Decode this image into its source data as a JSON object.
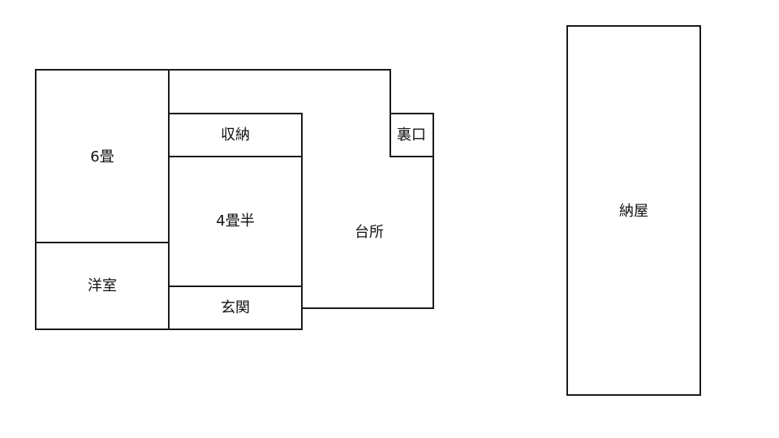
{
  "rooms": {
    "rokujo": "6畳",
    "shuno": "収納",
    "yojohan": "4畳半",
    "yoshitsu": "洋室",
    "genkan": "玄関",
    "daidokoro": "台所",
    "uraguchi": "裏口",
    "naya": "納屋"
  },
  "colors": {
    "line": "#1a1a1a",
    "text": "#111111",
    "background": "#ffffff"
  }
}
